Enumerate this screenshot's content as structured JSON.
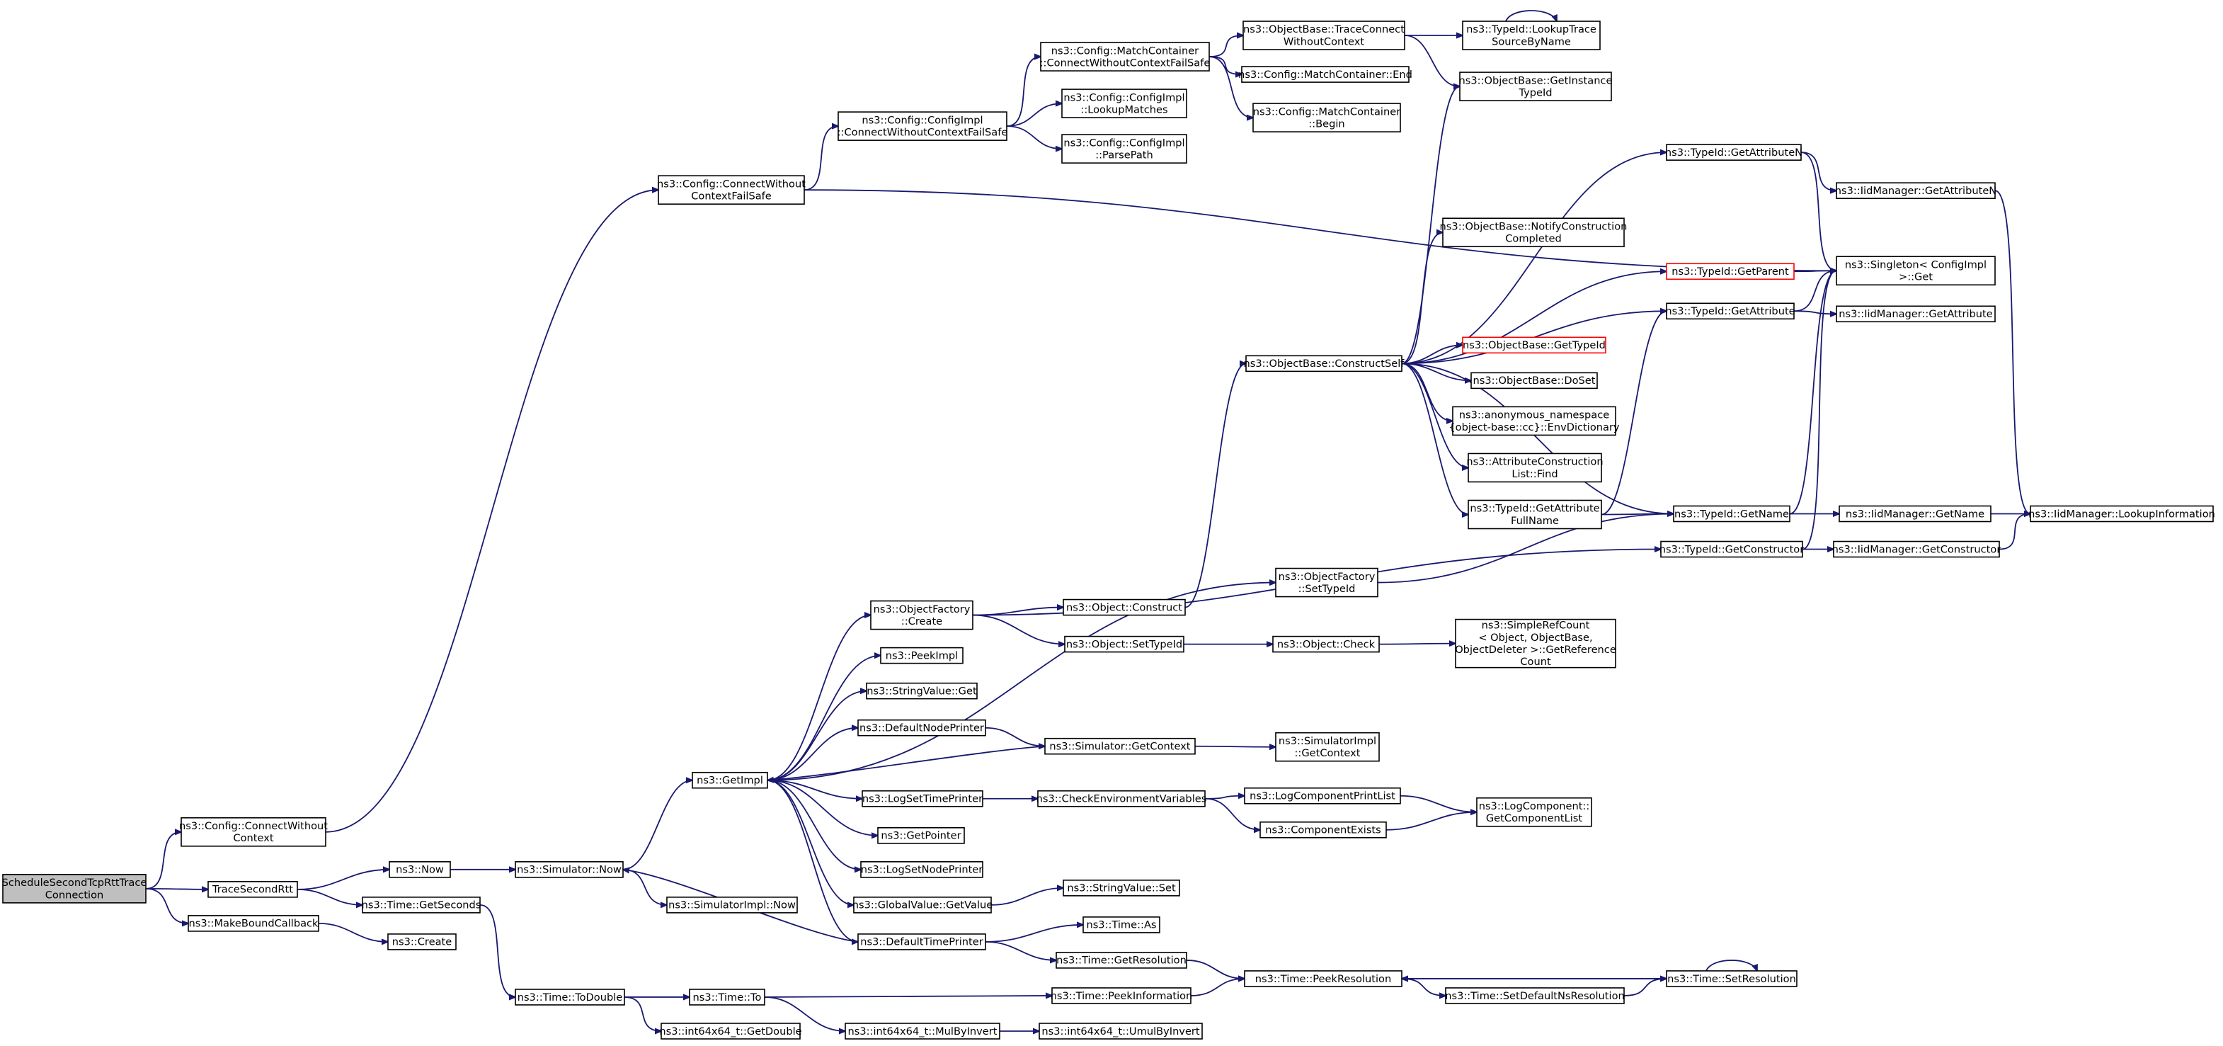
{
  "nodes": [
    {
      "id": "root",
      "lines": [
        "ScheduleSecondTcpRttTrace",
        "Connection"
      ],
      "root": true
    },
    {
      "id": "connect_wo_ctx",
      "lines": [
        "ns3::Config::ConnectWithout",
        "Context"
      ]
    },
    {
      "id": "trace_second_rtt",
      "lines": [
        "TraceSecondRtt"
      ]
    },
    {
      "id": "make_bound_cb",
      "lines": [
        "ns3::MakeBoundCallback"
      ]
    },
    {
      "id": "connect_wo_ctx_fs",
      "lines": [
        "ns3::Config::ConnectWithout",
        "ContextFailSafe"
      ]
    },
    {
      "id": "now",
      "lines": [
        "ns3::Now"
      ]
    },
    {
      "id": "time_get_seconds",
      "lines": [
        "ns3::Time::GetSeconds"
      ]
    },
    {
      "id": "create",
      "lines": [
        "ns3::Create"
      ]
    },
    {
      "id": "cfgimpl_connect",
      "lines": [
        "ns3::Config::ConfigImpl",
        "::ConnectWithoutContextFailSafe"
      ]
    },
    {
      "id": "mc_connect",
      "lines": [
        "ns3::Config::MatchContainer",
        "::ConnectWithoutContextFailSafe"
      ]
    },
    {
      "id": "cfgimpl_lookup",
      "lines": [
        "ns3::Config::ConfigImpl",
        "::LookupMatches"
      ]
    },
    {
      "id": "cfgimpl_parse",
      "lines": [
        "ns3::Config::ConfigImpl",
        "::ParsePath"
      ]
    },
    {
      "id": "ob_trace_connect",
      "lines": [
        "ns3::ObjectBase::TraceConnect",
        "WithoutContext"
      ]
    },
    {
      "id": "mc_end",
      "lines": [
        "ns3::Config::MatchContainer::End"
      ]
    },
    {
      "id": "mc_begin",
      "lines": [
        "ns3::Config::MatchContainer",
        "::Begin"
      ]
    },
    {
      "id": "tid_lookup_trace",
      "lines": [
        "ns3::TypeId::LookupTrace",
        "SourceByName"
      ]
    },
    {
      "id": "ob_get_instance",
      "lines": [
        "ns3::ObjectBase::GetInstance",
        "TypeId"
      ]
    },
    {
      "id": "sim_now",
      "lines": [
        "ns3::Simulator::Now"
      ]
    },
    {
      "id": "simimpl_now",
      "lines": [
        "ns3::SimulatorImpl::Now"
      ]
    },
    {
      "id": "time_to_double",
      "lines": [
        "ns3::Time::ToDouble"
      ]
    },
    {
      "id": "time_to",
      "lines": [
        "ns3::Time::To"
      ]
    },
    {
      "id": "i64_get_double",
      "lines": [
        "ns3::int64x64_t::GetDouble"
      ]
    },
    {
      "id": "get_impl",
      "lines": [
        "ns3::GetImpl"
      ]
    },
    {
      "id": "of_create",
      "lines": [
        "ns3::ObjectFactory",
        "::Create"
      ]
    },
    {
      "id": "peek_impl",
      "lines": [
        "ns3::PeekImpl"
      ]
    },
    {
      "id": "string_value_get",
      "lines": [
        "ns3::StringValue::Get"
      ]
    },
    {
      "id": "default_node_printer",
      "lines": [
        "ns3::DefaultNodePrinter"
      ]
    },
    {
      "id": "log_set_time_printer",
      "lines": [
        "ns3::LogSetTimePrinter"
      ]
    },
    {
      "id": "get_pointer",
      "lines": [
        "ns3::GetPointer"
      ]
    },
    {
      "id": "log_set_node_printer",
      "lines": [
        "ns3::LogSetNodePrinter"
      ]
    },
    {
      "id": "gv_get_value",
      "lines": [
        "ns3::GlobalValue::GetValue"
      ]
    },
    {
      "id": "default_time_printer",
      "lines": [
        "ns3::DefaultTimePrinter"
      ]
    },
    {
      "id": "obj_construct",
      "lines": [
        "ns3::Object::Construct"
      ]
    },
    {
      "id": "obj_set_type_id",
      "lines": [
        "ns3::Object::SetTypeId"
      ]
    },
    {
      "id": "sim_get_context",
      "lines": [
        "ns3::Simulator::GetContext"
      ]
    },
    {
      "id": "check_env_vars",
      "lines": [
        "ns3::CheckEnvironmentVariables"
      ]
    },
    {
      "id": "string_value_set",
      "lines": [
        "ns3::StringValue::Set"
      ]
    },
    {
      "id": "time_as",
      "lines": [
        "ns3::Time::As"
      ]
    },
    {
      "id": "time_get_resolution",
      "lines": [
        "ns3::Time::GetResolution"
      ]
    },
    {
      "id": "time_peek_info",
      "lines": [
        "ns3::Time::PeekInformation"
      ]
    },
    {
      "id": "i64_mul_by_invert",
      "lines": [
        "ns3::int64x64_t::MulByInvert"
      ]
    },
    {
      "id": "i64_umul_by_invert",
      "lines": [
        "ns3::int64x64_t::UmulByInvert"
      ]
    },
    {
      "id": "of_set_type_id",
      "lines": [
        "ns3::ObjectFactory",
        "::SetTypeId"
      ]
    },
    {
      "id": "obj_check",
      "lines": [
        "ns3::Object::Check"
      ]
    },
    {
      "id": "simimpl_get_context",
      "lines": [
        "ns3::SimulatorImpl",
        "::GetContext"
      ]
    },
    {
      "id": "log_comp_print_list",
      "lines": [
        "ns3::LogComponentPrintList"
      ]
    },
    {
      "id": "component_exists",
      "lines": [
        "ns3::ComponentExists"
      ]
    },
    {
      "id": "time_peek_resolution",
      "lines": [
        "ns3::Time::PeekResolution"
      ]
    },
    {
      "id": "time_set_default_ns",
      "lines": [
        "ns3::Time::SetDefaultNsResolution"
      ]
    },
    {
      "id": "ob_construct_self",
      "lines": [
        "ns3::ObjectBase::ConstructSelf"
      ]
    },
    {
      "id": "simple_ref_count",
      "lines": [
        "ns3::SimpleRefCount",
        "< Object, ObjectBase,",
        "ObjectDeleter >::GetReference",
        "Count"
      ]
    },
    {
      "id": "log_comp_get_list",
      "lines": [
        "ns3::LogComponent::",
        "GetComponentList"
      ]
    },
    {
      "id": "time_set_resolution",
      "lines": [
        "ns3::Time::SetResolution"
      ]
    },
    {
      "id": "ob_notify_construction",
      "lines": [
        "ns3::ObjectBase::NotifyConstruction",
        "Completed"
      ]
    },
    {
      "id": "ob_get_type_id",
      "lines": [
        "ns3::ObjectBase::GetTypeId"
      ],
      "red": true
    },
    {
      "id": "ob_do_set",
      "lines": [
        "ns3::ObjectBase::DoSet"
      ]
    },
    {
      "id": "anon_env_dict",
      "lines": [
        "ns3::anonymous_namespace",
        "{object-base::cc}::EnvDictionary"
      ]
    },
    {
      "id": "attr_construction_find",
      "lines": [
        "ns3::AttributeConstruction",
        "List::Find"
      ]
    },
    {
      "id": "tid_get_attr_full_name",
      "lines": [
        "ns3::TypeId::GetAttribute",
        "FullName"
      ]
    },
    {
      "id": "tid_get_attribute_n",
      "lines": [
        "ns3::TypeId::GetAttributeN"
      ]
    },
    {
      "id": "tid_get_parent",
      "lines": [
        "ns3::TypeId::GetParent"
      ],
      "red": true
    },
    {
      "id": "tid_get_attribute",
      "lines": [
        "ns3::TypeId::GetAttribute"
      ]
    },
    {
      "id": "tid_get_name",
      "lines": [
        "ns3::TypeId::GetName"
      ]
    },
    {
      "id": "tid_get_constructor",
      "lines": [
        "ns3::TypeId::GetConstructor"
      ]
    },
    {
      "id": "iidm_get_attribute_n",
      "lines": [
        "ns3::IidManager::GetAttributeN"
      ]
    },
    {
      "id": "singleton_get",
      "lines": [
        "ns3::Singleton< ConfigImpl",
        " >::Get"
      ]
    },
    {
      "id": "iidm_get_attribute",
      "lines": [
        "ns3::IidManager::GetAttribute"
      ]
    },
    {
      "id": "iidm_get_name",
      "lines": [
        "ns3::IidManager::GetName"
      ]
    },
    {
      "id": "iidm_get_constructor",
      "lines": [
        "ns3::IidManager::GetConstructor"
      ]
    },
    {
      "id": "iidm_lookup_info",
      "lines": [
        "ns3::IidManager::LookupInformation"
      ]
    }
  ],
  "edges": [
    [
      "root",
      "connect_wo_ctx"
    ],
    [
      "root",
      "trace_second_rtt"
    ],
    [
      "root",
      "make_bound_cb"
    ],
    [
      "connect_wo_ctx",
      "connect_wo_ctx_fs"
    ],
    [
      "connect_wo_ctx_fs",
      "cfgimpl_connect"
    ],
    [
      "connect_wo_ctx_fs",
      "singleton_get"
    ],
    [
      "cfgimpl_connect",
      "mc_connect"
    ],
    [
      "cfgimpl_connect",
      "cfgimpl_lookup"
    ],
    [
      "cfgimpl_connect",
      "cfgimpl_parse"
    ],
    [
      "mc_connect",
      "ob_trace_connect"
    ],
    [
      "mc_connect",
      "mc_end"
    ],
    [
      "mc_connect",
      "mc_begin"
    ],
    [
      "ob_trace_connect",
      "tid_lookup_trace"
    ],
    [
      "ob_trace_connect",
      "ob_get_instance"
    ],
    [
      "tid_lookup_trace",
      "tid_lookup_trace"
    ],
    [
      "trace_second_rtt",
      "now"
    ],
    [
      "trace_second_rtt",
      "time_get_seconds"
    ],
    [
      "make_bound_cb",
      "create"
    ],
    [
      "now",
      "sim_now"
    ],
    [
      "time_get_seconds",
      "time_to_double"
    ],
    [
      "sim_now",
      "get_impl"
    ],
    [
      "sim_now",
      "simimpl_now"
    ],
    [
      "time_to_double",
      "time_to"
    ],
    [
      "time_to_double",
      "i64_get_double"
    ],
    [
      "time_to",
      "time_peek_info"
    ],
    [
      "time_to",
      "i64_mul_by_invert"
    ],
    [
      "i64_mul_by_invert",
      "i64_umul_by_invert"
    ],
    [
      "get_impl",
      "of_create"
    ],
    [
      "get_impl",
      "peek_impl"
    ],
    [
      "get_impl",
      "string_value_get"
    ],
    [
      "get_impl",
      "default_node_printer"
    ],
    [
      "get_impl",
      "log_set_time_printer"
    ],
    [
      "get_impl",
      "get_pointer"
    ],
    [
      "get_impl",
      "log_set_node_printer"
    ],
    [
      "get_impl",
      "gv_get_value"
    ],
    [
      "get_impl",
      "default_time_printer"
    ],
    [
      "get_impl",
      "of_set_type_id"
    ],
    [
      "of_create",
      "obj_construct"
    ],
    [
      "of_create",
      "obj_set_type_id"
    ],
    [
      "of_create",
      "tid_get_constructor"
    ],
    [
      "obj_construct",
      "ob_construct_self"
    ],
    [
      "obj_set_type_id",
      "obj_check"
    ],
    [
      "obj_check",
      "simple_ref_count"
    ],
    [
      "default_node_printer",
      "sim_get_context"
    ],
    [
      "sim_get_context",
      "simimpl_get_context"
    ],
    [
      "sim_get_context",
      "get_impl"
    ],
    [
      "log_set_time_printer",
      "check_env_vars"
    ],
    [
      "check_env_vars",
      "log_comp_print_list"
    ],
    [
      "check_env_vars",
      "component_exists"
    ],
    [
      "log_comp_print_list",
      "log_comp_get_list"
    ],
    [
      "component_exists",
      "log_comp_get_list"
    ],
    [
      "gv_get_value",
      "string_value_set"
    ],
    [
      "default_time_printer",
      "time_as"
    ],
    [
      "default_time_printer",
      "time_get_resolution"
    ],
    [
      "default_time_printer",
      "sim_now"
    ],
    [
      "time_get_resolution",
      "time_peek_resolution"
    ],
    [
      "time_peek_info",
      "time_peek_resolution"
    ],
    [
      "time_peek_resolution",
      "time_set_default_ns"
    ],
    [
      "time_set_default_ns",
      "time_set_resolution"
    ],
    [
      "time_set_resolution",
      "time_set_resolution"
    ],
    [
      "time_set_resolution",
      "time_peek_resolution"
    ],
    [
      "of_set_type_id",
      "tid_get_name"
    ],
    [
      "ob_construct_self",
      "ob_get_instance"
    ],
    [
      "ob_construct_self",
      "tid_get_attribute_n"
    ],
    [
      "ob_construct_self",
      "ob_notify_construction"
    ],
    [
      "ob_construct_self",
      "tid_get_parent"
    ],
    [
      "ob_construct_self",
      "tid_get_attribute"
    ],
    [
      "ob_construct_self",
      "ob_get_type_id"
    ],
    [
      "ob_construct_self",
      "ob_do_set"
    ],
    [
      "ob_construct_self",
      "anon_env_dict"
    ],
    [
      "ob_construct_self",
      "attr_construction_find"
    ],
    [
      "ob_construct_self",
      "tid_get_attr_full_name"
    ],
    [
      "ob_construct_self",
      "tid_get_name"
    ],
    [
      "tid_get_attr_full_name",
      "tid_get_attribute"
    ],
    [
      "tid_get_attr_full_name",
      "tid_get_name"
    ],
    [
      "tid_get_attribute_n",
      "singleton_get"
    ],
    [
      "tid_get_attribute_n",
      "iidm_get_attribute_n"
    ],
    [
      "tid_get_parent",
      "singleton_get"
    ],
    [
      "tid_get_attribute",
      "singleton_get"
    ],
    [
      "tid_get_attribute",
      "iidm_get_attribute"
    ],
    [
      "tid_get_name",
      "singleton_get"
    ],
    [
      "tid_get_name",
      "iidm_get_name"
    ],
    [
      "tid_get_constructor",
      "singleton_get"
    ],
    [
      "tid_get_constructor",
      "iidm_get_constructor"
    ],
    [
      "iidm_get_attribute_n",
      "iidm_lookup_info"
    ],
    [
      "iidm_get_name",
      "iidm_lookup_info"
    ],
    [
      "iidm_get_constructor",
      "iidm_lookup_info"
    ]
  ]
}
